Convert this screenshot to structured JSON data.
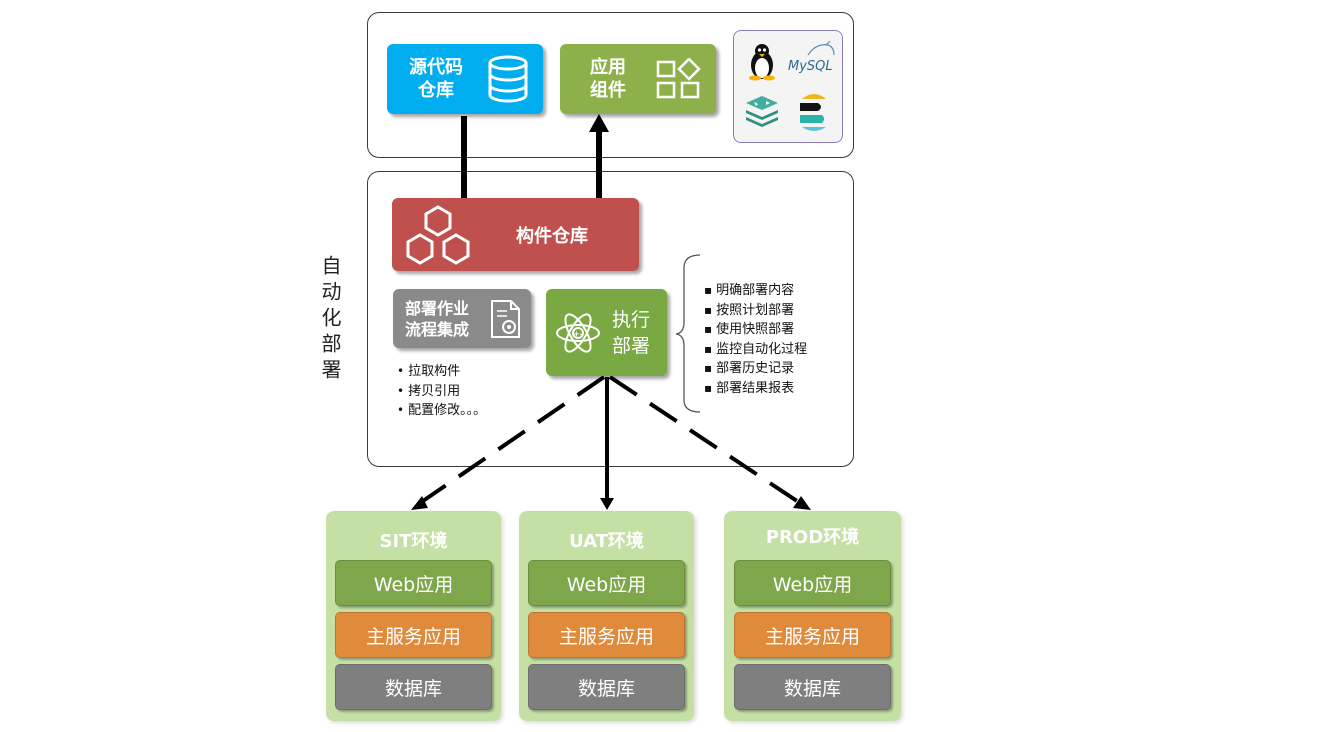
{
  "side_label": "自动化部署",
  "source_repo": {
    "label": "源代码\n仓库",
    "color": "#00adef",
    "icon": "database-icon"
  },
  "app_components": {
    "label": "应用\n组件",
    "color": "#8db04a",
    "icon": "components-icon"
  },
  "tech_logos": {
    "mysql_text": "MySQL",
    "icons": [
      "linux-tux-icon",
      "mysql-dolphin-icon",
      "redis-icon",
      "elastic-icon"
    ],
    "border_color": "#8e7cc3"
  },
  "artifact_repo": {
    "label": "构件仓库",
    "color": "#c0504d",
    "icon": "hexagons-icon"
  },
  "workflow": {
    "label": "部署作业\n流程集成",
    "color": "#8a8a8a",
    "icon": "gear-document-icon"
  },
  "execute": {
    "label": "执行\n部署",
    "color": "#7aa843",
    "icon": "atom-icon"
  },
  "workflow_steps": [
    "拉取构件",
    "拷贝引用",
    "配置修改。。。"
  ],
  "execute_features": [
    "明确部署内容",
    "按照计划部署",
    "使用快照部署",
    "监控自动化过程",
    "部署历史记录",
    "部署结果报表"
  ],
  "environments": [
    {
      "name": "SIT环境",
      "tiers": [
        "Web应用",
        "主服务应用",
        "数据库"
      ]
    },
    {
      "name": "UAT环境",
      "tiers": [
        "Web应用",
        "主服务应用",
        "数据库"
      ]
    },
    {
      "name": "PROD环境",
      "tiers": [
        "Web应用",
        "主服务应用",
        "数据库"
      ]
    }
  ],
  "tier_colors": [
    "#7ea64a",
    "#e08a3c",
    "#7f7f7f"
  ]
}
